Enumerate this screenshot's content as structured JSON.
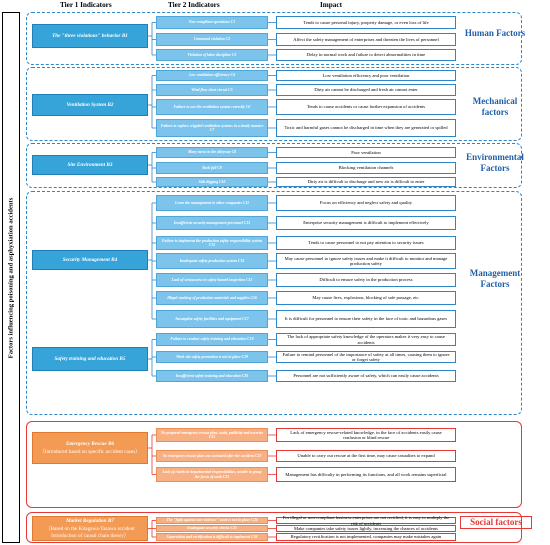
{
  "headers": {
    "tier1": "Tier 1 Indicators",
    "tier2": "Tier 2 Indicators",
    "impact": "Impact"
  },
  "vertical_label": "Factors influencing poisoning and asphyxiation accidents",
  "colors": {
    "blue": "#36a3d9",
    "light_blue": "#7cc4ec",
    "orange": "#f39a55",
    "light_orange": "#f7b083",
    "red": "#e53935",
    "factor_blue": "#1f5fa8"
  },
  "groups": [
    {
      "factor": "Human Factors",
      "factor_color": "blue",
      "tier1": {
        "label": "The \"three violations\" behavior B1",
        "note": ""
      },
      "rows": [
        {
          "c": "Non-compliant operations C1",
          "impact": "Tends to cause personal injury, property damage, or even loss of life"
        },
        {
          "c": "Command violation C2",
          "impact": "Affect the safety management of enterprises and threaten the lives of personnel"
        },
        {
          "c": "Violation of labor discipline C3",
          "impact": "Delay in normal work and failure to detect abnormalities in time"
        }
      ]
    },
    {
      "factor": "Mechanical factors",
      "factor_color": "blue",
      "tier1": {
        "label": "Ventilation System B2",
        "note": ""
      },
      "rows": [
        {
          "c": "Low ventilation efficiency C4",
          "impact": "Low ventilation efficiency and poor ventilation"
        },
        {
          "c": "Wind flow short circuit C5",
          "impact": "Dirty air cannot be discharged and fresh air cannot enter"
        },
        {
          "c": "Failure to use the ventilation system correctly C6",
          "impact": "Tends to cause accidents or cause further expansion of accidents"
        },
        {
          "c": "Failure to replace crippled ventilation systems in a timely manner C7",
          "impact": "Toxic and harmful gases cannot be discharged in time when they are generated or spilled"
        }
      ]
    },
    {
      "factor": "Environmental Factors",
      "factor_color": "blue",
      "tier1": {
        "label": "Site Environment B3",
        "note": ""
      },
      "rows": [
        {
          "c": "Many turns in the alleyway C8",
          "impact": "Poor ventilation"
        },
        {
          "c": "Rock fall C9",
          "impact": "Blocking ventilation channels"
        },
        {
          "c": "Side digging C10",
          "impact": "Dirty air is difficult to discharge and new air is difficult to enter"
        }
      ]
    },
    {
      "factor": "Management Factors",
      "factor_color": "blue",
      "tier1": {
        "label": "Security Management B4",
        "note": ""
      },
      "rows": [
        {
          "c": "Leave the management to other companies C11",
          "impact": "Focus on efficiency and neglect safety and quality"
        },
        {
          "c": "Insufficient security management personnel C12",
          "impact": "Enterprise security management is difficult to implement effectively"
        },
        {
          "c": "Failure to implement the production safety responsibility system C13",
          "impact": "Tends to cause personnel to not pay attention to security issues"
        },
        {
          "c": "Inadequate safety production system C14",
          "impact": "May cause personnel to ignore safety issues and make it difficult to monitor and manage production safety"
        },
        {
          "c": "Lack of seriousness in safety hazard inspection C15",
          "impact": "Difficult to ensure safety in the production process"
        },
        {
          "c": "Illegal stacking of production materials and supplies C16",
          "impact": "May cause fires, explosions, blocking of safe passage, etc."
        },
        {
          "c": "Incomplete safety facilities and equipment C17",
          "impact": "It is difficult for personnel to ensure their safety in the face of toxic and hazardous gases"
        }
      ]
    },
    {
      "factor": "",
      "factor_color": "blue",
      "tier1": {
        "label": "Safety training and education B5",
        "note": ""
      },
      "rows": [
        {
          "c": "Failure to conduct safety training and education C18",
          "impact": "The lack of appropriate safety knowledge of the operators makes it very easy to cause accidents"
        },
        {
          "c": "Work site safety promotion is not in place C19",
          "impact": "Failure to remind personnel of the importance of safety at all times, causing them to ignore or forget safety"
        },
        {
          "c": "Insufficient safety training and education C20",
          "impact": "Personnel are not sufficiently aware of safety, which can easily cause accidents"
        }
      ]
    },
    {
      "factor": "",
      "factor_color": "red",
      "tier1": {
        "label": "Emergency Rescue B6",
        "note": "（Introduced based on specific accident cases）"
      },
      "rows": [
        {
          "c": "No prepared emergency rescue plan, study, publicity and exercise C21",
          "impact": "Lack of emergency rescue-related knowledge, in the face of accidents easily cause confusion or blind rescue"
        },
        {
          "c": "No emergency rescue plan was activated after the accident C22",
          "impact": "Unable to carry out rescue at the first time, may cause casualties to expand"
        },
        {
          "c": "Lack of clarity in departmental responsibilities, unable to grasp the focus of work C23",
          "impact": "Management has difficulty in performing its functions, and all work remains superficial"
        }
      ]
    },
    {
      "factor": "Social factors",
      "factor_color": "red",
      "tier1": {
        "label": "Market Regulation B7",
        "note": "（Based on the Kitagawa-Tazawa accident Introduction of causal chain theory）"
      },
      "rows": [
        {
          "c": "The \"fight against non-violence\" work is not in place C24",
          "impact": "For illegal or non-compliant business enterprises are not rectified, it is easy to multiply the risk of accidents"
        },
        {
          "c": "Inadequate security checks C25",
          "impact": "Make companies take safety issues lightly, increasing the chances of accidents"
        },
        {
          "c": "Supervision and rectification is difficult to implement C26",
          "impact": "Regulatory rectification is not implemented, companies may make mistakes again"
        }
      ]
    }
  ]
}
